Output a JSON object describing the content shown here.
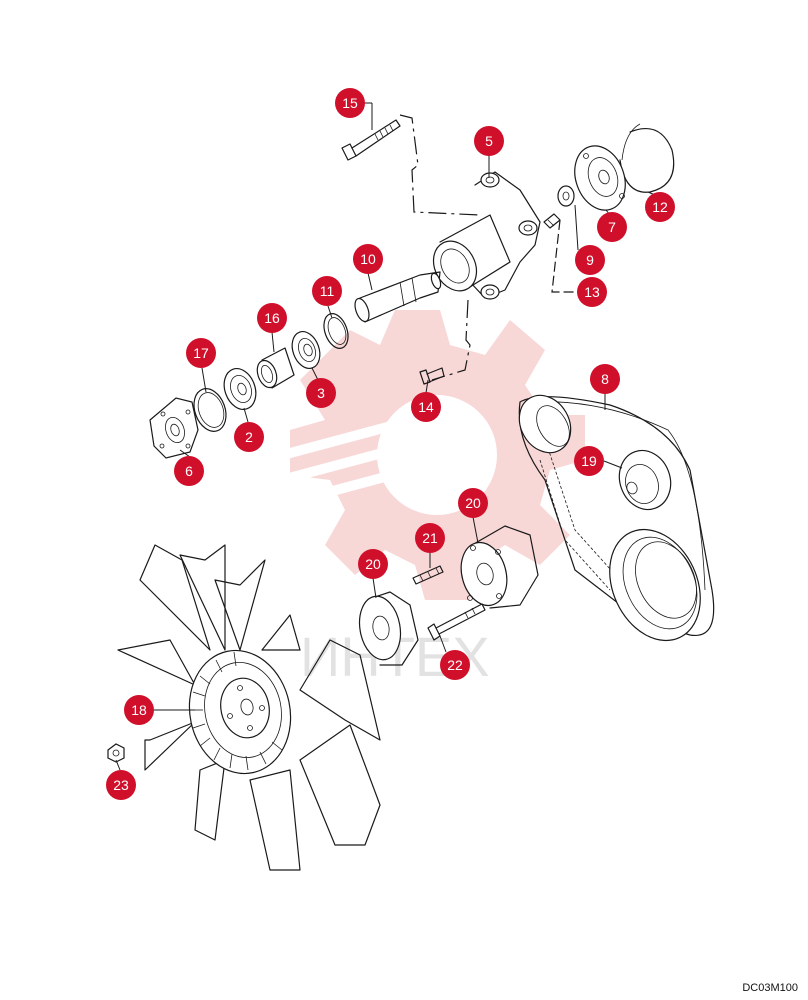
{
  "watermark": {
    "text": "ИНТЕХ",
    "logo_color": "#f3b7b7"
  },
  "figure_code": "DC03M100",
  "callout_color": "#d0102b",
  "callouts": [
    "15",
    "5",
    "12",
    "7",
    "9",
    "13",
    "10",
    "11",
    "16",
    "17",
    "3",
    "2",
    "6",
    "14",
    "8",
    "19",
    "20",
    "21",
    "20",
    "22",
    "18",
    "23"
  ]
}
